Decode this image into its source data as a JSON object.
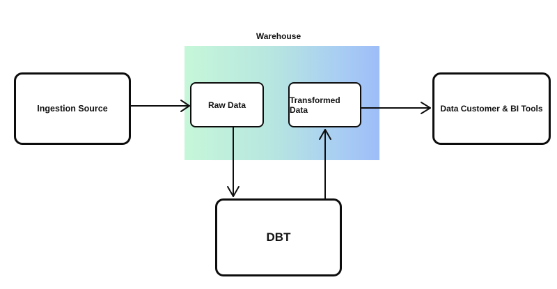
{
  "diagram": {
    "group": {
      "title": "Warehouse",
      "gradient_colors": [
        "#c6f7d9",
        "#9dbdf8"
      ]
    },
    "nodes": {
      "ingestion": "Ingestion Source",
      "raw": "Raw Data",
      "transformed": "Transformed Data",
      "consumers": "Data Customer & BI Tools",
      "dbt": "DBT"
    },
    "edges": [
      {
        "from": "Ingestion Source",
        "to": "Raw Data"
      },
      {
        "from": "Raw Data",
        "to": "DBT"
      },
      {
        "from": "DBT",
        "to": "Transformed Data"
      },
      {
        "from": "Transformed Data",
        "to": "Data Customer & BI Tools"
      }
    ],
    "stroke_color": "#0d0d0d"
  }
}
